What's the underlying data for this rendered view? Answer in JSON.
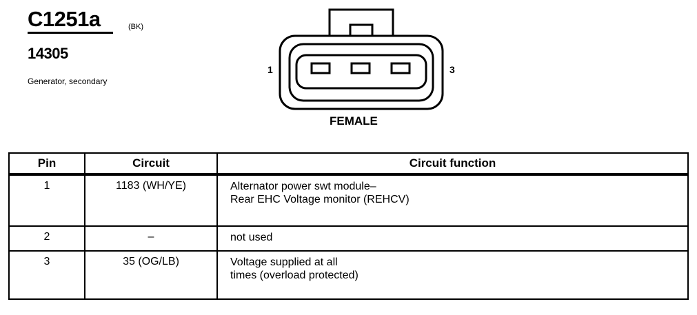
{
  "header": {
    "connector_id": "C1251a",
    "connector_color": "(BK)",
    "part_number": "14305",
    "description": "Generator, secondary"
  },
  "diagram": {
    "pin_label_left": "1",
    "pin_label_right": "3",
    "gender_label": "FEMALE"
  },
  "table": {
    "headers": [
      "Pin",
      "Circuit",
      "Circuit function"
    ],
    "rows": [
      {
        "pin": "1",
        "circuit": "1183 (WH/YE)",
        "function": [
          "Alternator power swt module–",
          "Rear EHC Voltage monitor (REHCV)"
        ]
      },
      {
        "pin": "2",
        "circuit": "–",
        "function": [
          "not used"
        ]
      },
      {
        "pin": "3",
        "circuit": "35 (OG/LB)",
        "function": [
          "Voltage supplied at all",
          "times (overload protected)"
        ]
      }
    ]
  }
}
